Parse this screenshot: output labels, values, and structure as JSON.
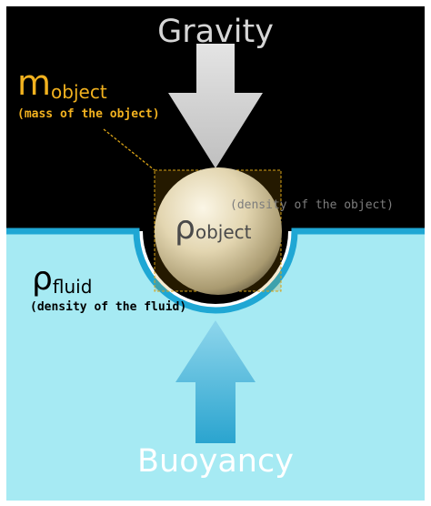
{
  "labels": {
    "gravity": "Gravity",
    "buoyancy": "Buoyancy",
    "mass_symbol": "m",
    "mass_subscript": "object",
    "mass_caption": "(mass of the object)",
    "rho_object_symbol": "ρ",
    "rho_object_subscript": "object",
    "rho_object_caption": "(density of the object)",
    "rho_fluid_symbol": "ρ",
    "rho_fluid_subscript": "fluid",
    "rho_fluid_caption": "(density of the fluid)"
  },
  "colors": {
    "air": "#000000",
    "fluid": "#a6eaf3",
    "fluid_edge": "#1fa7d4",
    "mass_label": "#f2b21f",
    "gravity_arrow": "#d2d2d2",
    "buoyancy_arrow": "#3aaed2",
    "sphere": "#d8caa4",
    "density_caption": "#7d7d7d"
  }
}
